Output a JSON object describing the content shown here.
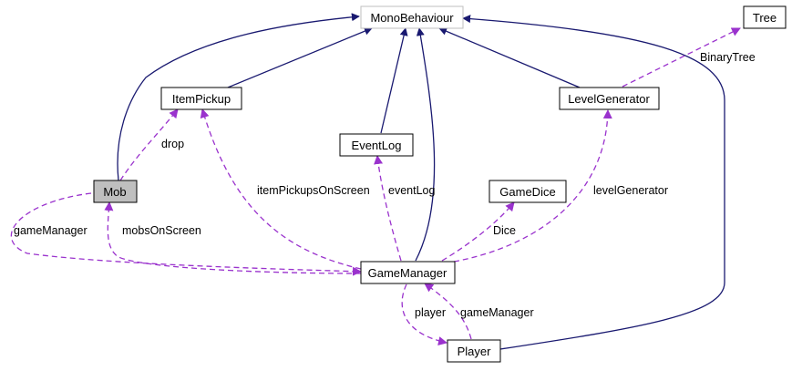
{
  "diagram": {
    "nodes": {
      "monobehaviour": "MonoBehaviour",
      "tree": "Tree",
      "itempickup": "ItemPickup",
      "levelgenerator": "LevelGenerator",
      "eventlog": "EventLog",
      "mob": "Mob",
      "gamedice": "GameDice",
      "gamemanager": "GameManager",
      "player": "Player"
    },
    "edge_labels": {
      "binarytree": "BinaryTree",
      "drop": "drop",
      "itempickupsonscreen": "itemPickupsOnScreen",
      "eventlog": "eventLog",
      "levelgenerator": "levelGenerator",
      "gamemanager_mob": "gameManager",
      "mobsonscreen": "mobsOnScreen",
      "dice": "Dice",
      "player": "player",
      "gamemanager_player": "gameManager"
    },
    "colors": {
      "inheritance": "#191970",
      "usage": "#9a32cd",
      "highlight": "#bfbfbf"
    }
  }
}
